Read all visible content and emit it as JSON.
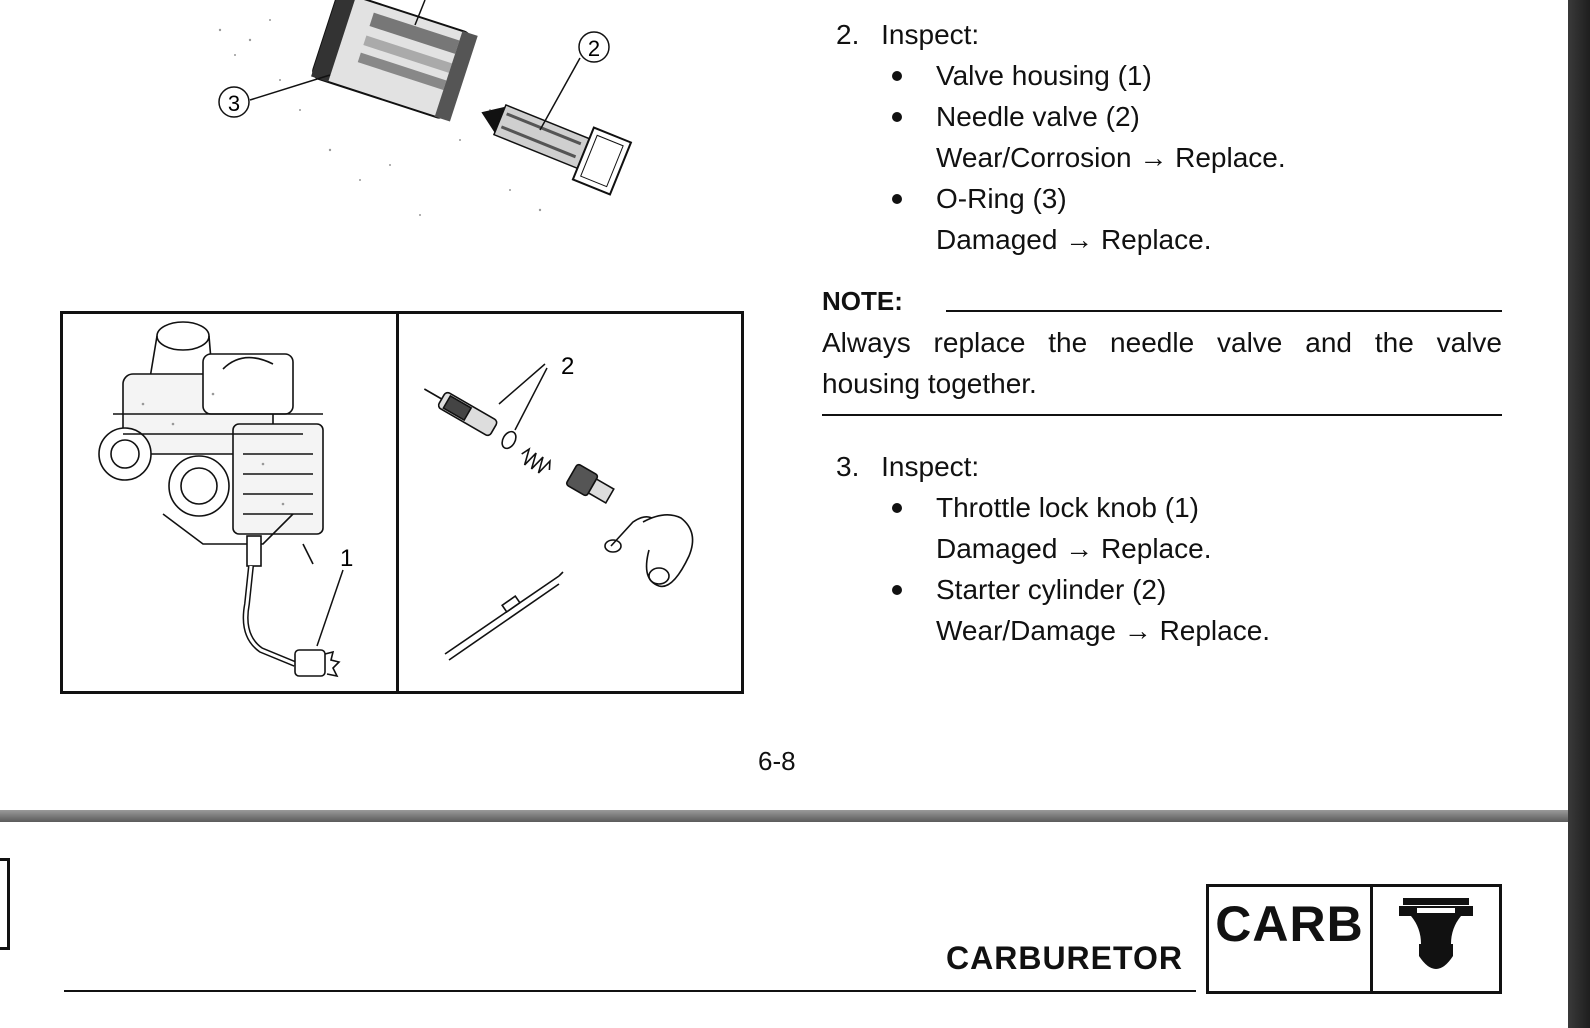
{
  "steps": [
    {
      "number": "2.",
      "action": "Inspect:",
      "items": [
        {
          "label": "Valve housing (1)",
          "detail": ""
        },
        {
          "label": "Needle valve (2)",
          "detail": "Wear/Corrosion → Replace."
        },
        {
          "label": "O-Ring (3)",
          "detail": "Damaged → Replace."
        }
      ]
    },
    {
      "number": "3.",
      "action": "Inspect:",
      "items": [
        {
          "label": "Throttle lock knob (1)",
          "detail": "Damaged → Replace."
        },
        {
          "label": "Starter cylinder (2)",
          "detail": "Wear/Damage → Replace."
        }
      ]
    }
  ],
  "note": {
    "title": "NOTE:",
    "text": "Always replace the needle valve and the valve housing together."
  },
  "figures": {
    "top_callouts": [
      "3",
      "2"
    ],
    "left_panel_callout": "1",
    "right_panel_callout": "2"
  },
  "page_number": "6-8",
  "footer": {
    "section_title": "CARBURETOR",
    "badge_label": "CARB",
    "badge_icon": "carburetor-icon"
  }
}
